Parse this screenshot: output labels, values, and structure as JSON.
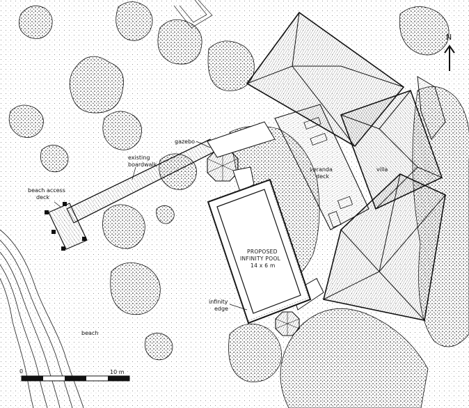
{
  "map": {
    "labels": {
      "gazebo": "gazebo",
      "boardwalk_line1": "existing",
      "boardwalk_line2": "boardwalk",
      "deck_line1": "beach access",
      "deck_line2": "deck",
      "veranda_line1": "veranda",
      "veranda_line2": "deck",
      "villa": "villa",
      "pool_line1": "PROPOSED",
      "pool_line2": "INFINITY POOL",
      "pool_line3": "14 x 6 m",
      "infinity_line1": "infinity",
      "infinity_line2": "edge",
      "beach": "beach"
    },
    "north_arrow": {
      "label": "N",
      "icon": "north-arrow-icon"
    },
    "scale_bar": {
      "start_label": "0",
      "end_label": "10 m",
      "segments": 5
    },
    "colors": {
      "ink": "#111111",
      "paper": "#ffffff",
      "foliage": "#ececec"
    }
  }
}
